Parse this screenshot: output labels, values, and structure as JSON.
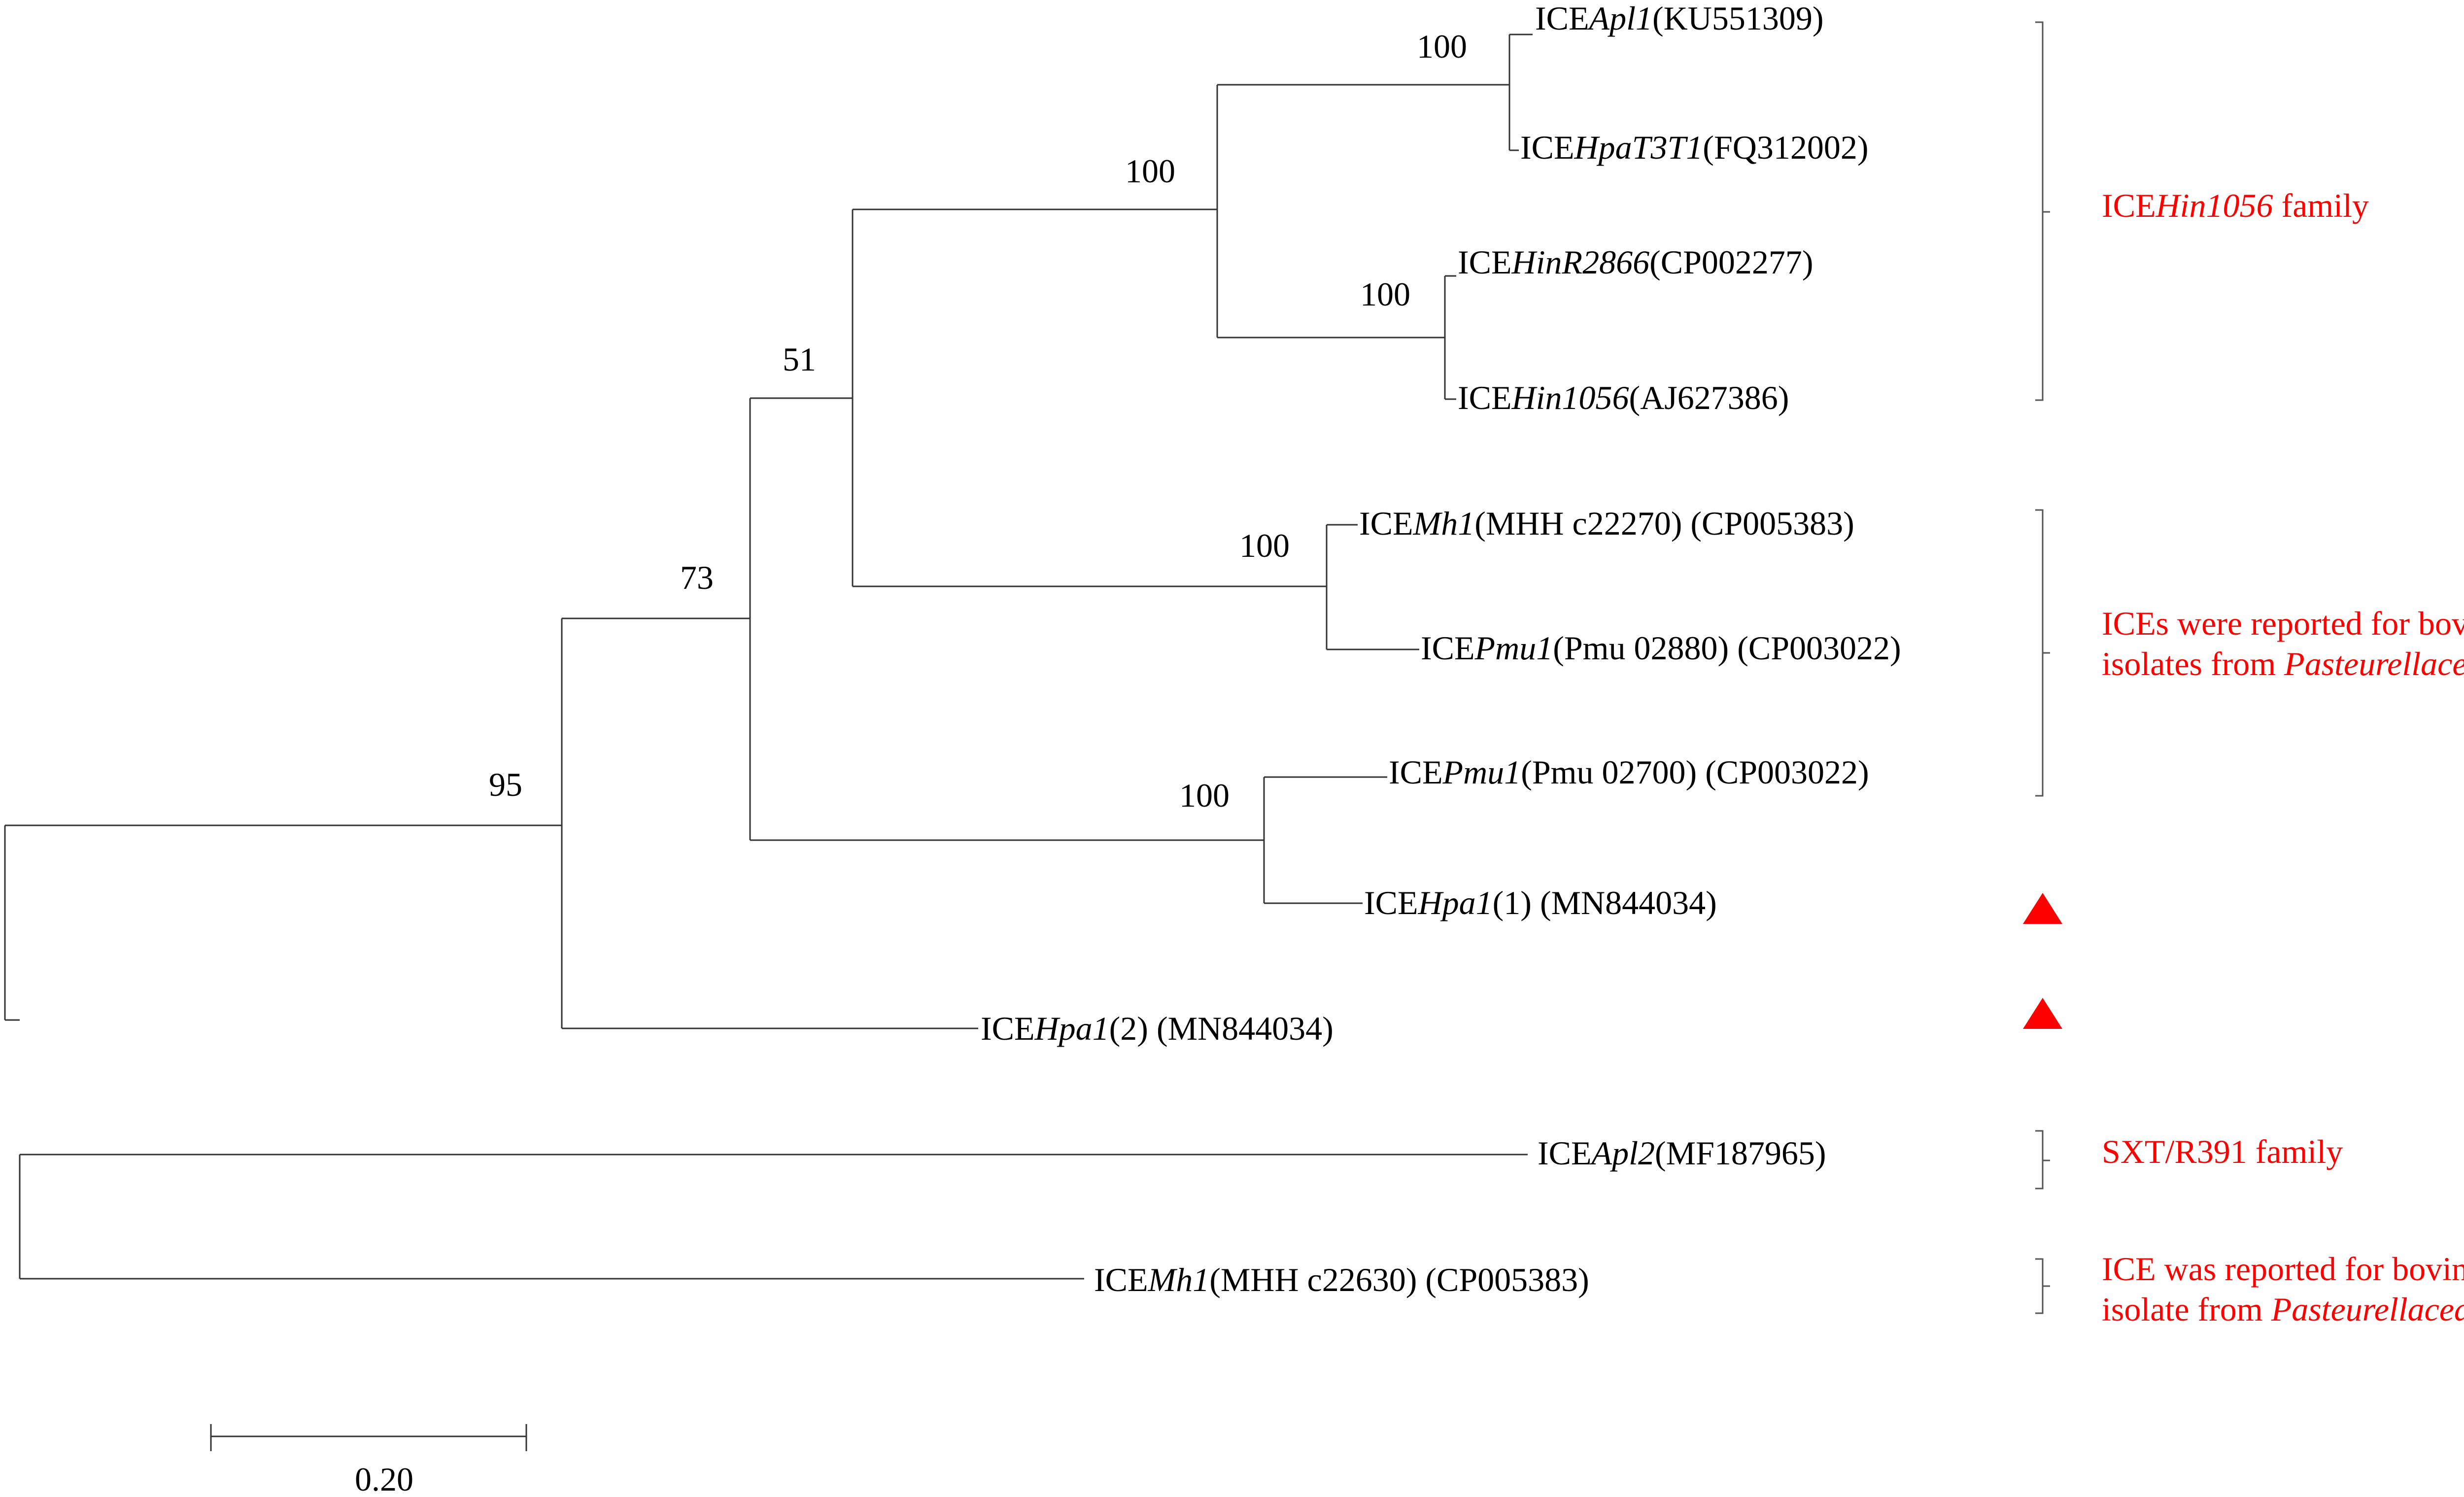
{
  "colors": {
    "annotation": "#ff0000",
    "branch": "#333333",
    "text": "#000000"
  },
  "leaves": [
    {
      "id": "apl1",
      "parts": [
        {
          "t": "ICE"
        },
        {
          "t": "Apl1",
          "i": true
        },
        {
          "t": "(KU551309)"
        }
      ]
    },
    {
      "id": "hpat3t1",
      "parts": [
        {
          "t": "ICE"
        },
        {
          "t": "HpaT3T1",
          "i": true
        },
        {
          "t": "(FQ312002)"
        }
      ]
    },
    {
      "id": "hinr2866",
      "parts": [
        {
          "t": "ICE"
        },
        {
          "t": "HinR2866",
          "i": true
        },
        {
          "t": "(CP002277)"
        }
      ]
    },
    {
      "id": "hin1056",
      "parts": [
        {
          "t": "ICE"
        },
        {
          "t": "Hin1056",
          "i": true
        },
        {
          "t": "(AJ627386)"
        }
      ]
    },
    {
      "id": "mh1a",
      "parts": [
        {
          "t": "ICE"
        },
        {
          "t": "Mh1",
          "i": true
        },
        {
          "t": "(MHH c22270) (CP005383)"
        }
      ]
    },
    {
      "id": "pmu1a",
      "parts": [
        {
          "t": "ICE"
        },
        {
          "t": "Pmu1",
          "i": true
        },
        {
          "t": "(Pmu 02880) (CP003022)"
        }
      ]
    },
    {
      "id": "pmu1b",
      "parts": [
        {
          "t": "ICE"
        },
        {
          "t": "Pmu1",
          "i": true
        },
        {
          "t": "(Pmu 02700) (CP003022)"
        }
      ]
    },
    {
      "id": "hpa1a",
      "parts": [
        {
          "t": "ICE"
        },
        {
          "t": "Hpa1",
          "i": true
        },
        {
          "t": "(1) (MN844034)"
        }
      ]
    },
    {
      "id": "hpa1b",
      "parts": [
        {
          "t": "ICE"
        },
        {
          "t": "Hpa1",
          "i": true
        },
        {
          "t": "(2) (MN844034)"
        }
      ]
    },
    {
      "id": "apl2",
      "parts": [
        {
          "t": "ICE"
        },
        {
          "t": "Apl2",
          "i": true
        },
        {
          "t": "(MF187965)"
        }
      ]
    },
    {
      "id": "mh1b",
      "parts": [
        {
          "t": "ICE"
        },
        {
          "t": "Mh1",
          "i": true
        },
        {
          "t": "(MHH c22630) (CP005383)"
        }
      ]
    }
  ],
  "bootstrap": [
    "100",
    "100",
    "100",
    "51",
    "100",
    "73",
    "100",
    "95"
  ],
  "annotations": [
    {
      "id": "hin1056-family",
      "lines": [
        [
          {
            "t": "ICE"
          },
          {
            "t": "Hin1056",
            "i": true
          },
          {
            "t": " family"
          }
        ]
      ]
    },
    {
      "id": "bovine-isolates",
      "lines": [
        [
          {
            "t": "ICEs were reported for bovine"
          }
        ],
        [
          {
            "t": "isolates from "
          },
          {
            "t": "Pasteurellaceae",
            "i": true
          }
        ]
      ]
    },
    {
      "id": "sxt-family",
      "lines": [
        [
          {
            "t": "SXT/R391 family"
          }
        ]
      ]
    },
    {
      "id": "bovine-isolate",
      "lines": [
        [
          {
            "t": "ICE was reported for bovine"
          }
        ],
        [
          {
            "t": "isolate from "
          },
          {
            "t": "Pasteurellaceae",
            "i": true
          }
        ]
      ]
    }
  ],
  "markers": [
    {
      "id": "hpa1a-marker",
      "icon": "red-triangle-icon"
    },
    {
      "id": "hpa1b-marker",
      "icon": "red-triangle-icon"
    }
  ],
  "scale": {
    "label": "0.20"
  }
}
